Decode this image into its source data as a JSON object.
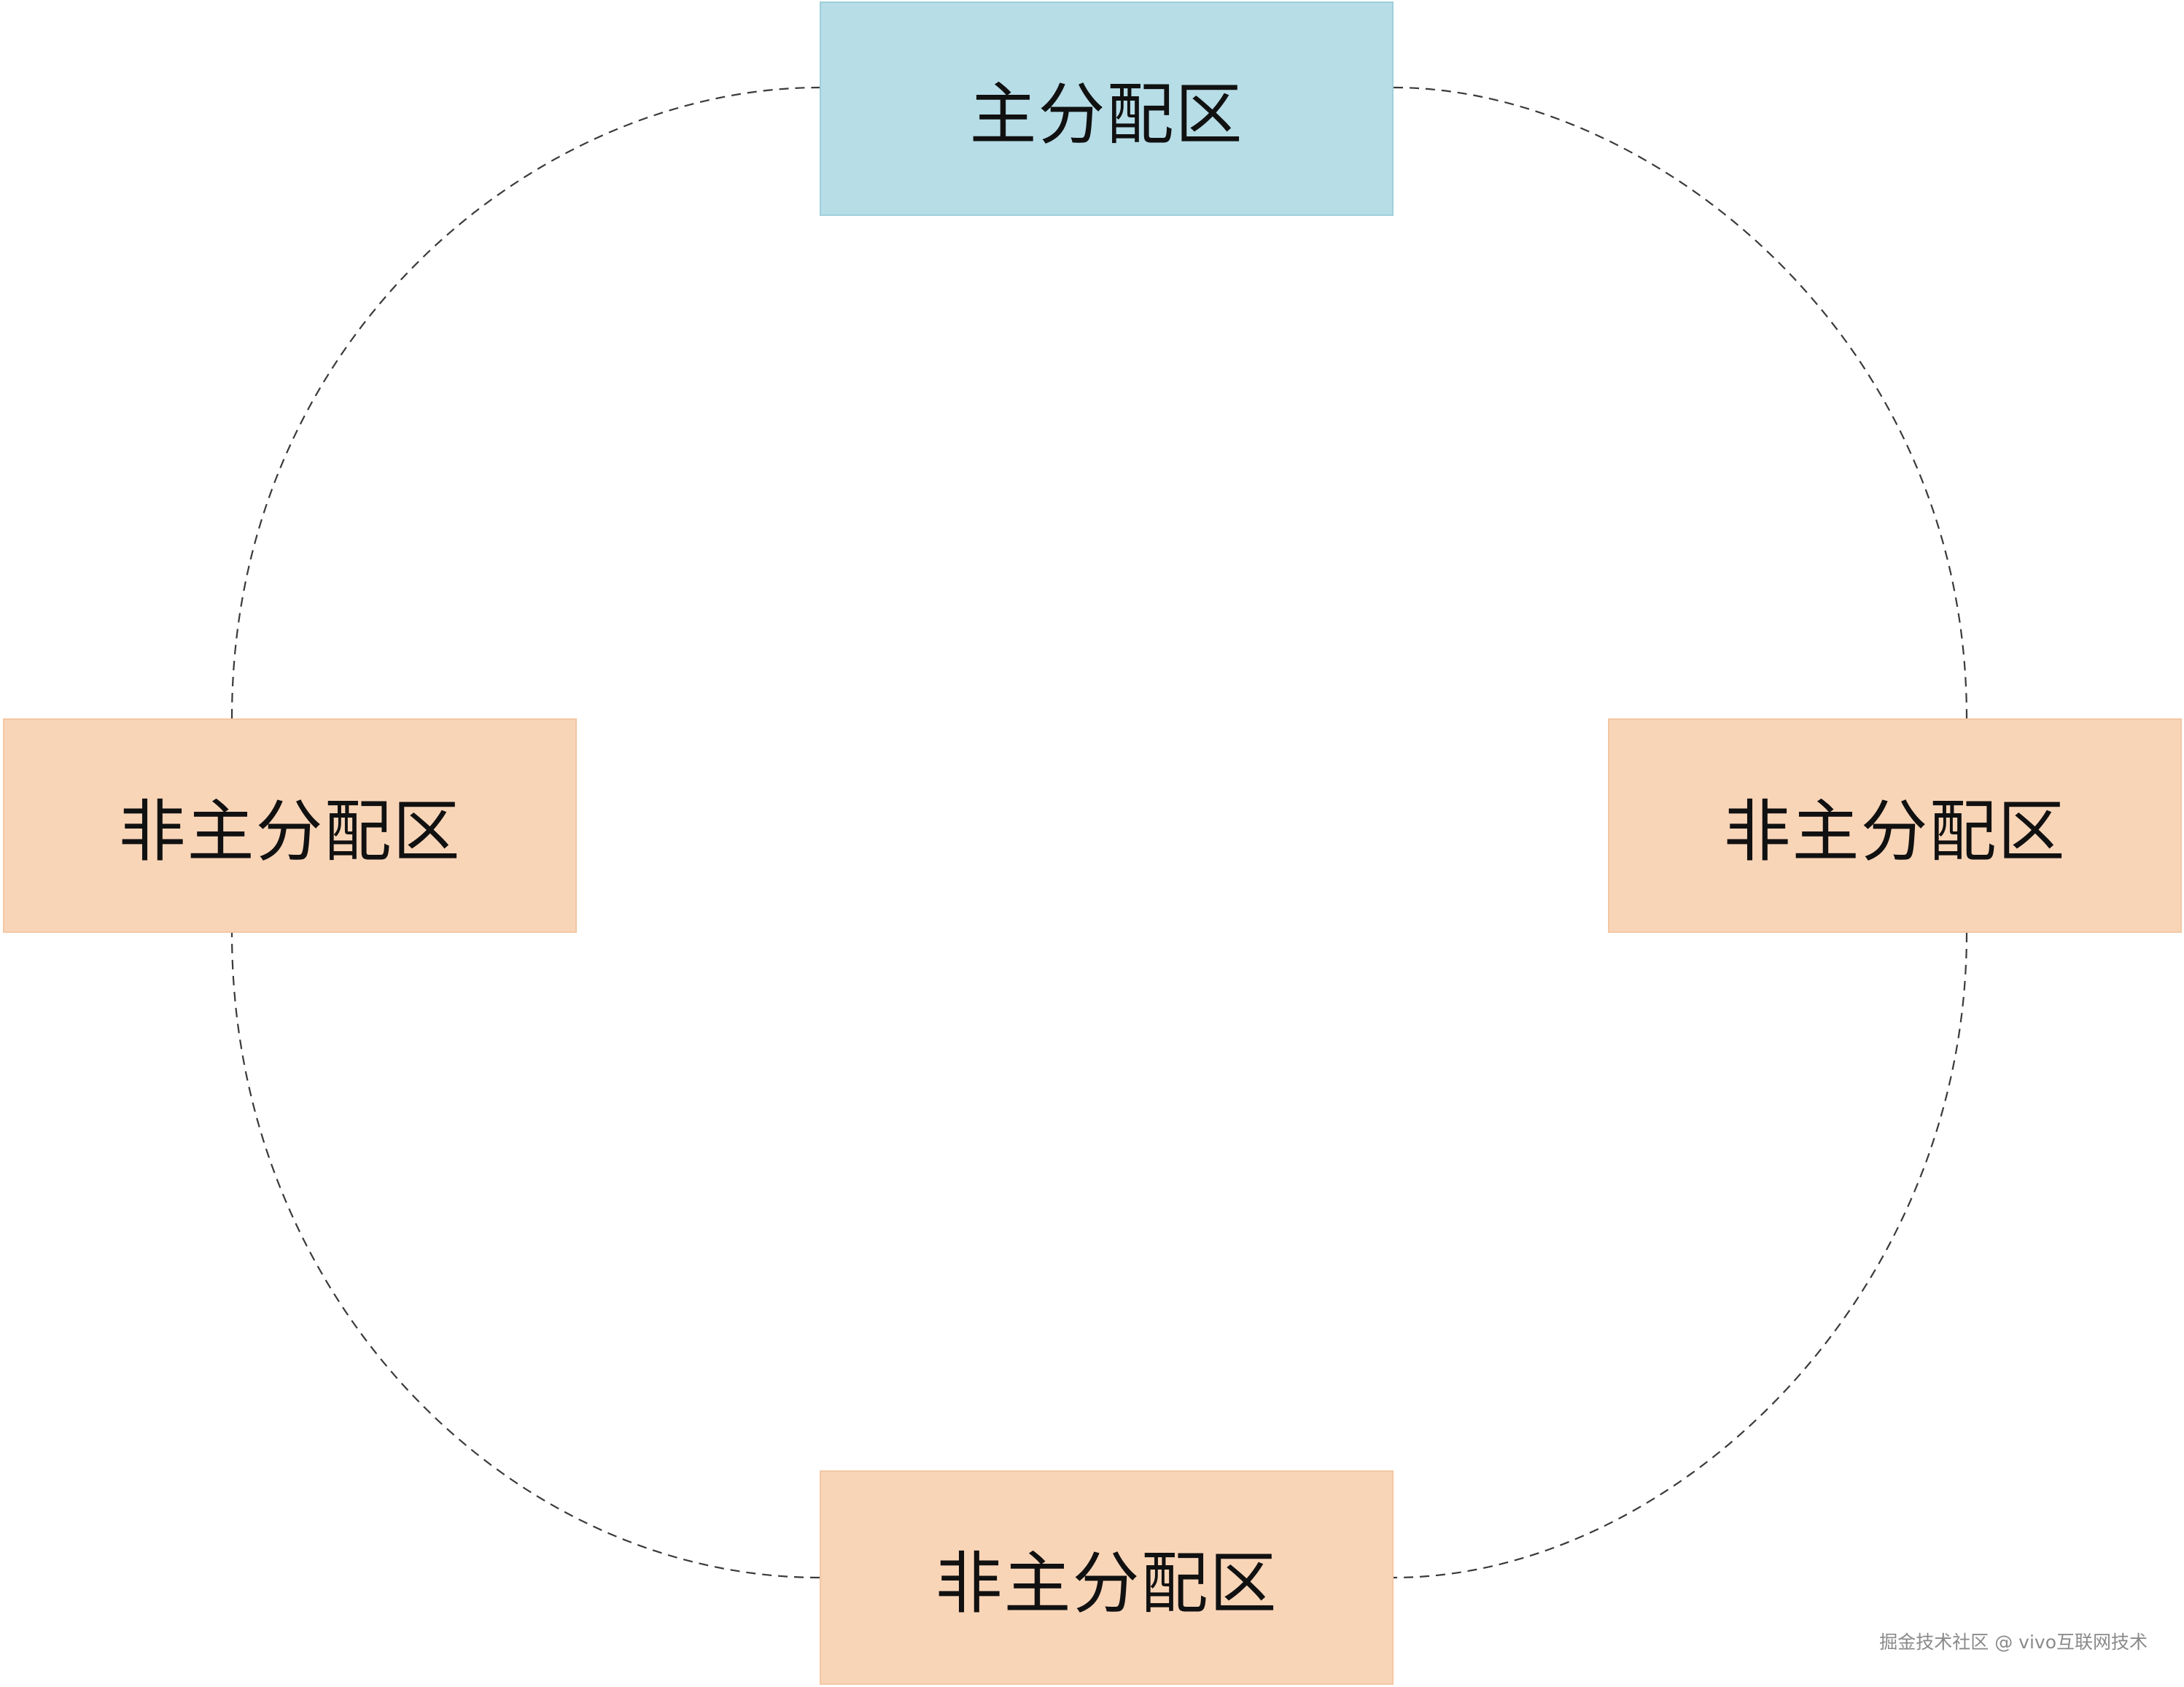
{
  "diagram": {
    "ring_color": "#3a3a3a",
    "zones": [
      {
        "id": "top",
        "label": "主分配区",
        "kind": "primary",
        "color": "#b7dde7"
      },
      {
        "id": "left",
        "label": "非主分配区",
        "kind": "secondary",
        "color": "#f9d5b8"
      },
      {
        "id": "right",
        "label": "非主分配区",
        "kind": "secondary",
        "color": "#f9d5b8"
      },
      {
        "id": "bottom",
        "label": "非主分配区",
        "kind": "secondary",
        "color": "#f9d5b8"
      }
    ]
  },
  "watermark": "掘金技术社区 @ vivo互联网技术"
}
